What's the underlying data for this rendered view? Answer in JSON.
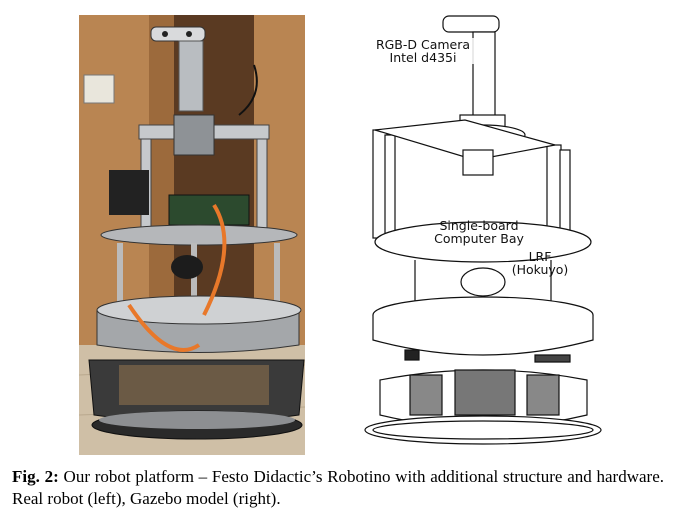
{
  "figure": {
    "labels": {
      "camera_line1": "RGB-D Camera",
      "camera_line2": "Intel d435i",
      "sbc_line1": "Single-board",
      "sbc_line2": "Computer Bay",
      "lrf_line1": "LRF",
      "lrf_line2": "(Hokuyo)"
    },
    "caption": {
      "label": "Fig. 2:",
      "text": "Our robot platform – Festo Didactic’s Robotino with additional structure and hardware. Real robot (left), Gazebo model (right)."
    }
  },
  "colors": {
    "wood": "#b27a45",
    "floor": "#cfbfa6",
    "aluminium": "#c6c9cc",
    "orange_cable": "#e8782a"
  }
}
